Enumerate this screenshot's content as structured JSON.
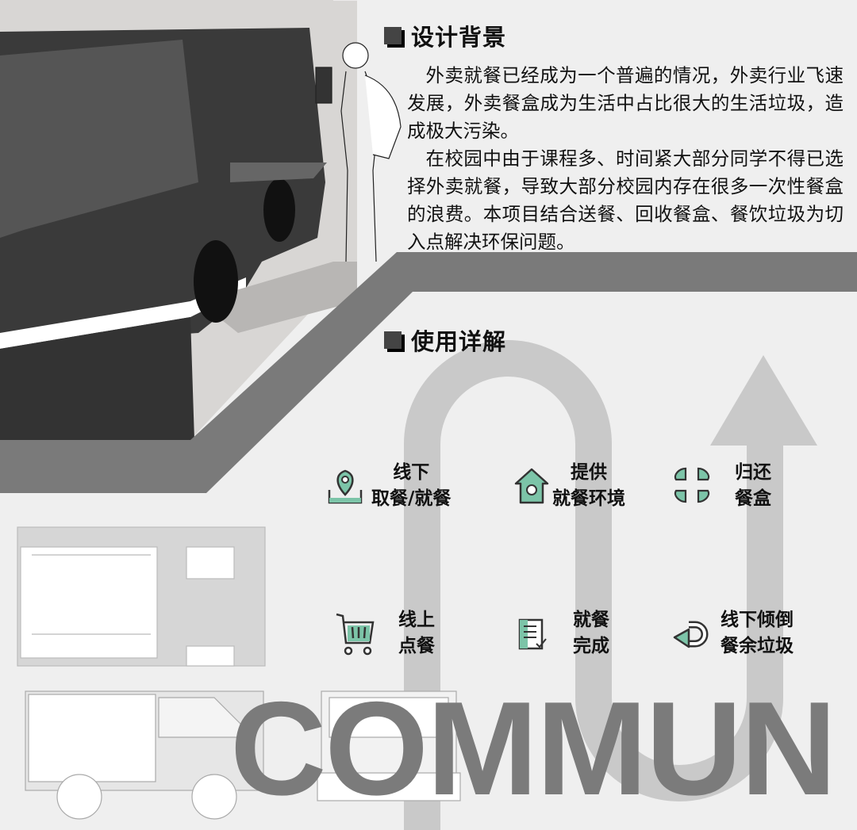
{
  "background": {
    "title": "设计背景",
    "paragraphs": [
      "外卖就餐已经成为一个普遍的情况，外卖行业飞速发展，外卖餐盒成为生活中占比很大的生活垃圾，造成极大污染。",
      "在校园中由于课程多、时间紧大部分同学不得已选择外卖就餐，导致大部分校园内存在很多一次性餐盒的浪费。本项目结合送餐、回收餐盒、餐饮垃圾为切入点解决环保问题。"
    ]
  },
  "usage": {
    "title": "使用详解",
    "steps": [
      {
        "icon": "location-pin-icon",
        "line1": "线下",
        "line2": "取餐/就餐"
      },
      {
        "icon": "house-icon",
        "line1": "提供",
        "line2": "就餐环境"
      },
      {
        "icon": "return-box-icon",
        "line1": "归还",
        "line2": "餐盒"
      },
      {
        "icon": "shopping-cart-icon",
        "line1": "线上",
        "line2": "点餐"
      },
      {
        "icon": "checklist-icon",
        "line1": "就餐",
        "line2": "完成"
      },
      {
        "icon": "return-arrow-icon",
        "line1": "线下倾倒",
        "line2": "餐余垃圾"
      }
    ]
  },
  "watermark_text": "COMMUN",
  "colors": {
    "accent": "#7cc4a8",
    "band": "#7a7a7a",
    "arrow": "#c9c9c9",
    "background": "#efefef"
  }
}
